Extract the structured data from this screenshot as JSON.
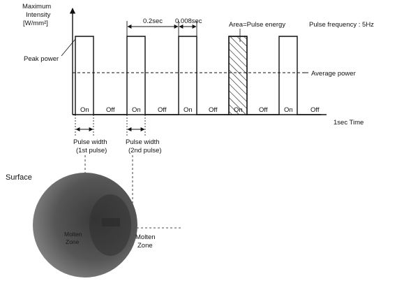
{
  "y_axis_label": [
    "Maximum",
    "Intensity",
    "[W/mm²]"
  ],
  "x_axis_label": "1sec Time",
  "peak_power_label": "Peak power",
  "average_power_label": "Average power",
  "period_label": "0.2sec",
  "pulse_duration_label": "0.008sec",
  "area_label": "Area=Pulse energy",
  "pulse_frequency_label": "Pulse frequency : 5Hz",
  "on_label": "On",
  "off_label": "Off",
  "pulse_width_1": [
    "Pulse width",
    "(1st pulse)"
  ],
  "pulse_width_2": [
    "Pulse width",
    "(2nd pulse)"
  ],
  "surface_label": "Surface",
  "molten_zone_inner": [
    "Molten",
    "Zone"
  ],
  "molten_zone_outer": [
    "Molten",
    "Zone"
  ],
  "pulses": [
    {
      "state": "On"
    },
    {
      "state": "Off"
    },
    {
      "state": "On"
    },
    {
      "state": "Off"
    },
    {
      "state": "On"
    },
    {
      "state": "Off"
    },
    {
      "state": "On",
      "highlighted": true
    },
    {
      "state": "Off"
    },
    {
      "state": "On"
    },
    {
      "state": "Off"
    }
  ],
  "colors": {
    "line": "#111111",
    "hatch": "#222222",
    "circle_dark": "#3a3a3a",
    "circle_light": "#8f8f8f"
  }
}
